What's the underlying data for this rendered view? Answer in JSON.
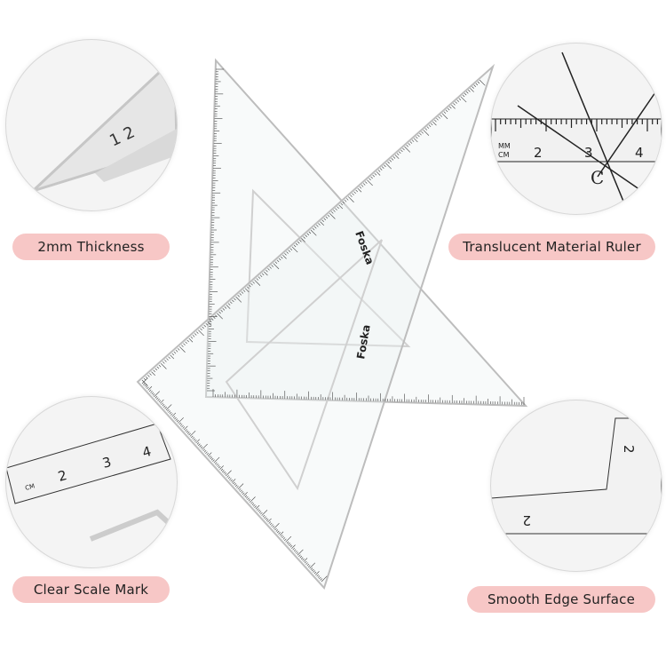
{
  "brand": "Foska",
  "features": [
    {
      "label": "2mm Thickness"
    },
    {
      "label": "Translucent Material Ruler"
    },
    {
      "label": "Clear Scale Mark"
    },
    {
      "label": "Smooth Edge Surface"
    }
  ],
  "ruler_units": {
    "mm": "MM",
    "cm": "CM",
    "angle_label": "C"
  },
  "colors": {
    "pill": "#f7c7c6",
    "ruler_edge": "#bdbdbd",
    "ink": "#222222"
  }
}
